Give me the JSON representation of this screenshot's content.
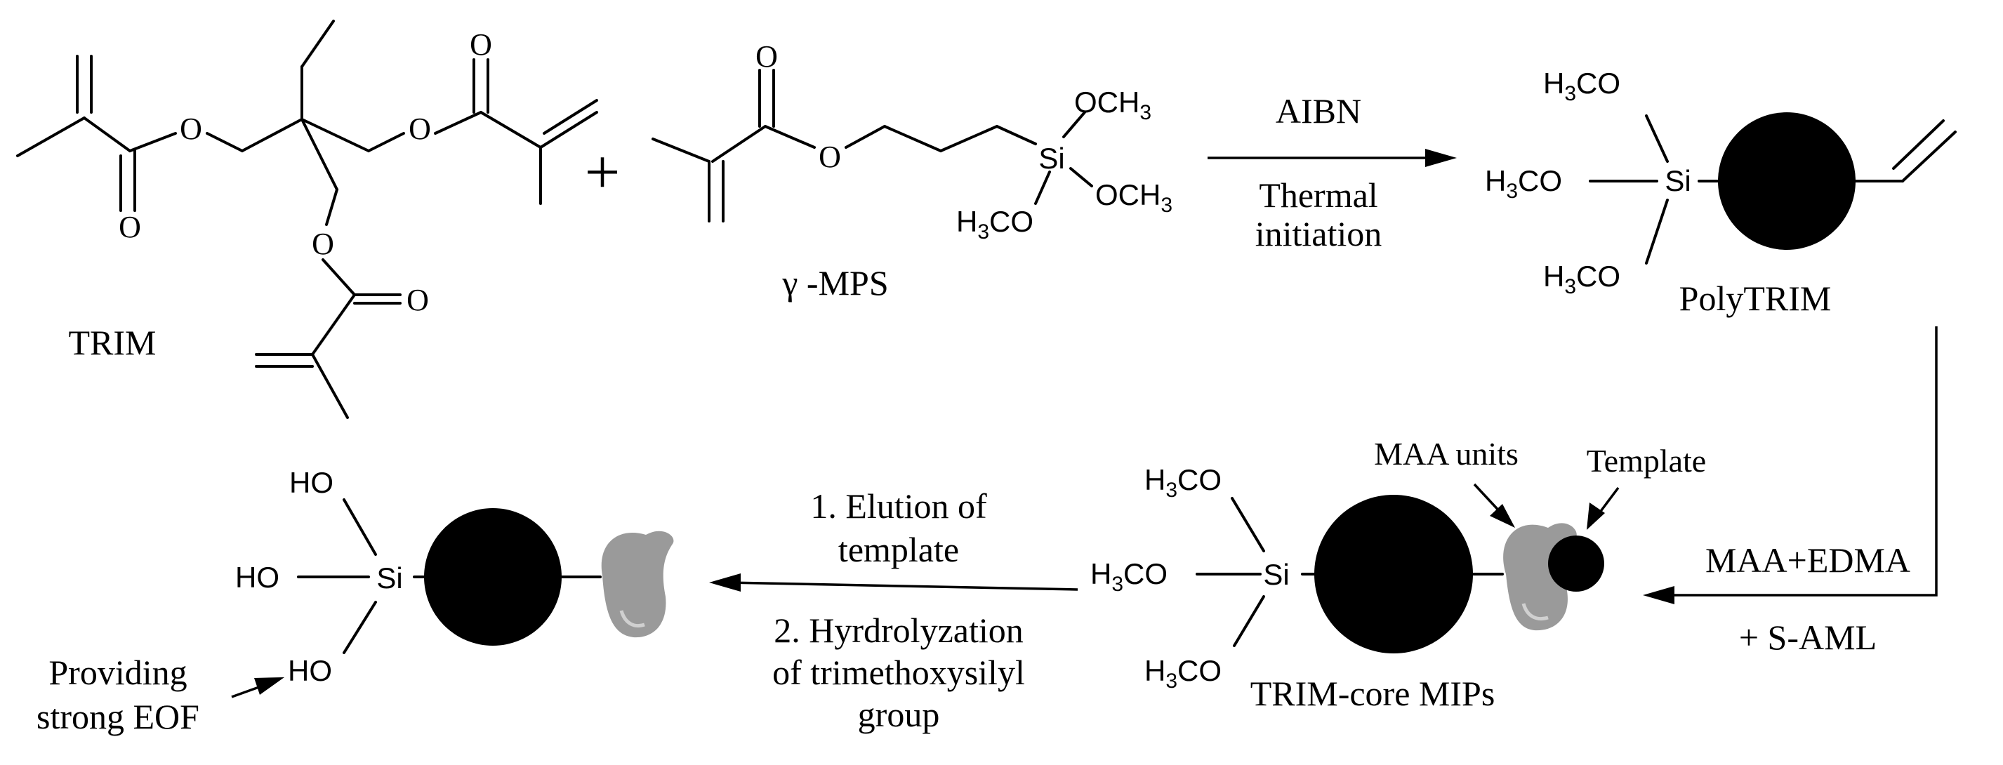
{
  "labels": {
    "trim": "TRIM",
    "mps": "γ -MPS",
    "plus": "+",
    "aibn": "AIBN",
    "thermal1": "Thermal",
    "thermal2": "initiation",
    "polytrim": "PolyTRIM",
    "maa_edma": "MAA+EDMA",
    "s_aml": "+ S-AML",
    "trim_core": "TRIM-core MIPs",
    "maa_units": "MAA units",
    "template": "Template",
    "step1a": "1. Elution of",
    "step1b": "template",
    "step2a": "2. Hyrdrolyzation",
    "step2b": "of trimethoxysilyl",
    "step2c": "group",
    "providing1": "Providing",
    "providing2": "strong EOF"
  },
  "atoms": {
    "o": "O",
    "si": "Si",
    "och3": "OCH",
    "h3co_h": "H",
    "h3co_rest": "CO",
    "sub3": "3",
    "ho": "HO"
  },
  "colors": {
    "sphere": "#000000",
    "maa_unit": "#9a9a9a",
    "template": "#000000"
  }
}
